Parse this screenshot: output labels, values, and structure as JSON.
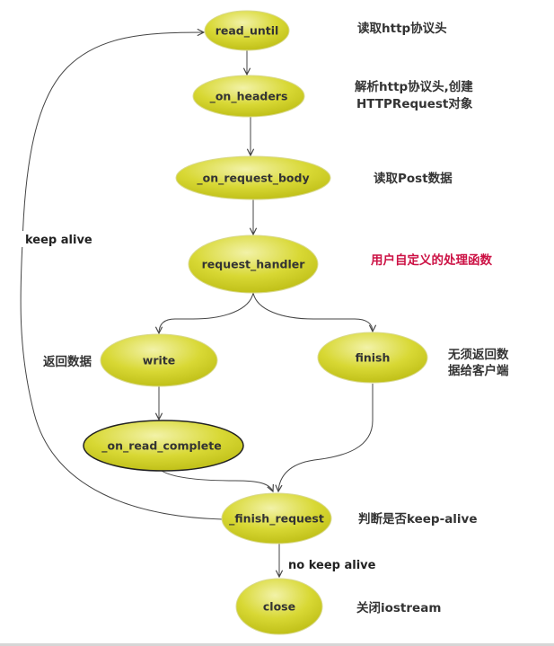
{
  "diagram": {
    "nodes": [
      "read_until",
      "_on_headers",
      "_on_request_body",
      "request_handler",
      "write",
      "finish",
      "_on_read_complete",
      "_finish_request",
      "close"
    ],
    "annotations": {
      "read_until": {
        "lines": [
          "读取http协议头"
        ]
      },
      "on_headers": {
        "lines": [
          "解析http协议头,创建",
          "HTTPRequest对象"
        ]
      },
      "on_request_body": {
        "lines": [
          "读取Post数据"
        ]
      },
      "request_handler": {
        "lines": [
          "用户自定义的处理函数"
        ]
      },
      "write": {
        "lines": [
          "返回数据"
        ]
      },
      "finish": {
        "lines": [
          "无须返回数",
          "据给客户端"
        ]
      },
      "finish_request": {
        "lines": [
          "判断是否keep-alive"
        ]
      },
      "close": {
        "lines": [
          "关闭iostream"
        ]
      }
    },
    "edge_labels": {
      "keep_alive": "keep alive",
      "no_keep_alive": "no keep alive"
    },
    "colors": {
      "node_highlight": "#f2f2a8",
      "node_fill": "#d8d834",
      "node_shade": "#bcbc14",
      "emphasis_text": "#cc1144",
      "edge": "#444444"
    }
  }
}
